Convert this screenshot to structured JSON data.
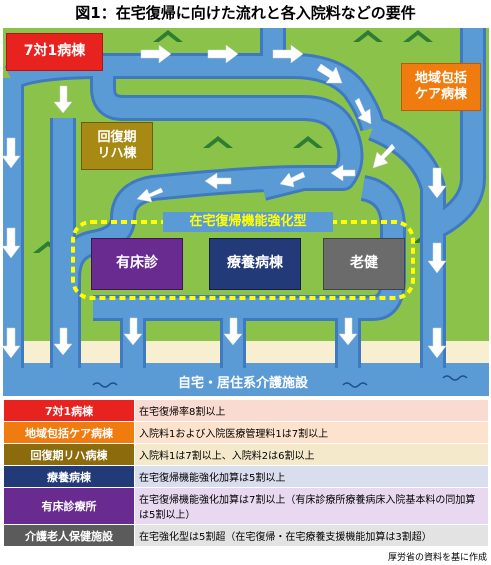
{
  "title": "図1：在宅復帰に向けた流れと各入院料などの要件",
  "source": "厚労省の資料を基に作成",
  "colors": {
    "grass": "#8BC34A",
    "river": "#5B9BD5",
    "river_edge": "#3F7AC0",
    "sand": "#F7EFCF",
    "dash": "#FFFF00"
  },
  "map": {
    "boxes": {
      "acute7": "7対1病棟",
      "community": "地域包括\nケア病棟",
      "rehab": "回復期\nリハ棟",
      "clinic": "有床診",
      "ltc": "療養病棟",
      "elderly": "老健"
    },
    "enhanced_label": "在宅復帰機能強化型",
    "home_label": "自宅・居住系介護施設"
  },
  "requirements": [
    {
      "name": "7対1病棟",
      "color": "#E8231F",
      "bg": "#FADBD2",
      "text": "在宅復帰率8割以上"
    },
    {
      "name": "地域包括ケア病棟",
      "color": "#F07C10",
      "bg": "#FDE3CE",
      "text": "入院料1および入院医療管理料1は7割以上"
    },
    {
      "name": "回復期リハ病棟",
      "color": "#8B6B0C",
      "bg": "#F4EACB",
      "text": "入院料1は7割以上、入院料2は6割以上"
    },
    {
      "name": "療養病棟",
      "color": "#223A77",
      "bg": "#D8DEEE",
      "text": "在宅復帰機能強化加算は5割以上"
    },
    {
      "name": "有床診療所",
      "color": "#6A2B91",
      "bg": "#E8D9F1",
      "text": "在宅復帰機能強化加算は7割以上（有床診療所療養病床入院基本料の同加算は5割以上）"
    },
    {
      "name": "介護老人保健施設",
      "color": "#5B5B5B",
      "bg": "#E3E3E3",
      "text": "在宅強化型は5割超（在宅復帰・在宅療養支援機能加算は3割超）"
    }
  ]
}
